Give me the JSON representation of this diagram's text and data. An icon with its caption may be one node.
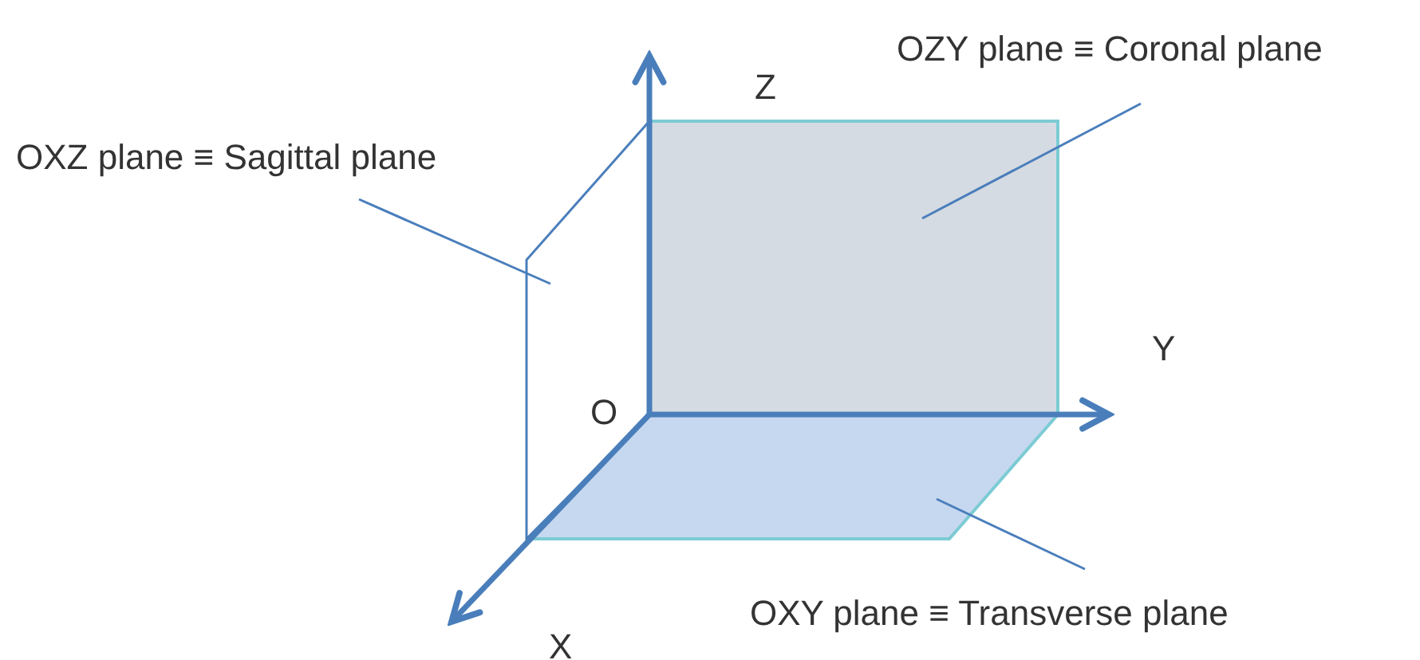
{
  "diagram": {
    "nodes": [
      {
        "text": [
          "OXZ plane ≡ Sagittal plane"
        ]
      },
      {
        "text": [
          "OZY plane ≡ Coronal plane"
        ]
      },
      {
        "text": [
          "OXY plane ≡ Transverse plane"
        ]
      },
      {
        "text": [],
        "shape": "box"
      },
      {
        "text": [],
        "shape": "box"
      },
      {
        "text": [],
        "shape": "box"
      }
    ],
    "edges": [
      {
        "from": 0,
        "to": 3,
        "arrow": "none"
      },
      {
        "from": 1,
        "to": 4,
        "arrow": "none"
      },
      {
        "from": 2,
        "to": 5,
        "arrow": "none"
      }
    ],
    "labels": [
      "Z",
      "Y",
      "O",
      "X"
    ]
  }
}
